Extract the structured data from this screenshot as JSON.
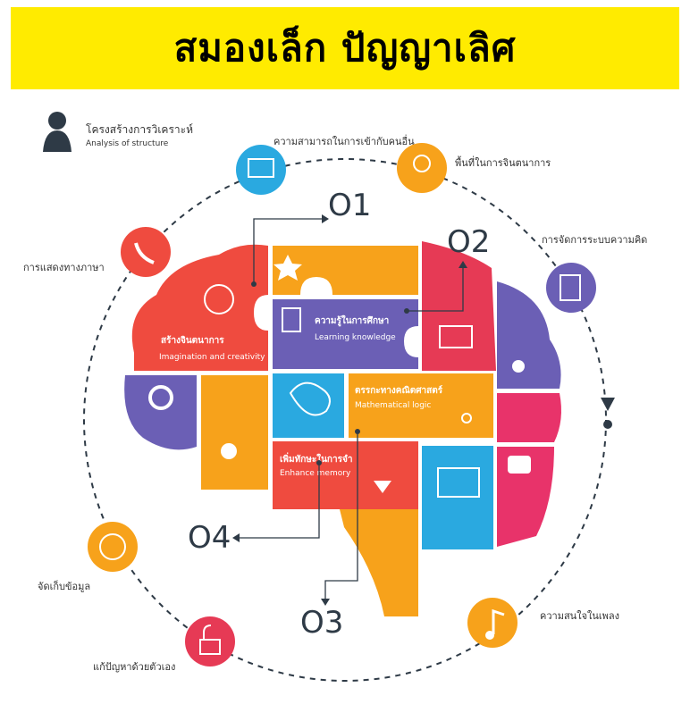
{
  "title": "สมองเล็ก ปัญญาเลิศ",
  "legend": {
    "th": "โครงสร้างการวิเคราะห์",
    "en": "Analysis of structure"
  },
  "numbers": [
    "O1",
    "O2",
    "O3",
    "O4"
  ],
  "outer_labels": {
    "understanding": "ความสามารถในการเข้ากับคนอื่น",
    "imagination_space": "พื้นที่ในการจินตนาการ",
    "thinking_system": "การจัดการระบบความคิด",
    "language": "การแสดงทางภาษา",
    "storage": "จัดเก็บข้อมูล",
    "self_solving": "แก้ปัญหาด้วยตัวเอง",
    "music": "ความสนใจในเพลง"
  },
  "pieces": {
    "imagination": {
      "th": "สร้างจินตนาการ",
      "en": "Imagination and creativity"
    },
    "learning": {
      "th": "ความรู้ในการศึกษา",
      "en": "Learning knowledge"
    },
    "math": {
      "th": "ตรรกะทางคณิตศาสตร์",
      "en": "Mathematical logic"
    },
    "memory": {
      "th": "เพิ่มทักษะในการจำ",
      "en": "Enhance memory"
    }
  },
  "colors": {
    "banner": "#ffeb00",
    "red": "#ef4b3f",
    "orange": "#f7a21b",
    "purple": "#6b5fb5",
    "blue": "#2aa9e0",
    "crimson": "#e63a55",
    "pink": "#e8336a",
    "dark": "#2e3a46"
  }
}
